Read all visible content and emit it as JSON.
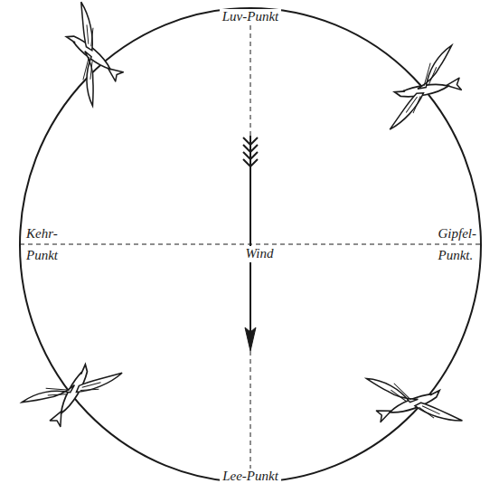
{
  "diagram": {
    "labels": [
      "Luv-Punkt",
      "Kehr- Punkt",
      "Wind",
      "Gipfel- Punkt.",
      "Lee-Punkt"
    ]
  }
}
